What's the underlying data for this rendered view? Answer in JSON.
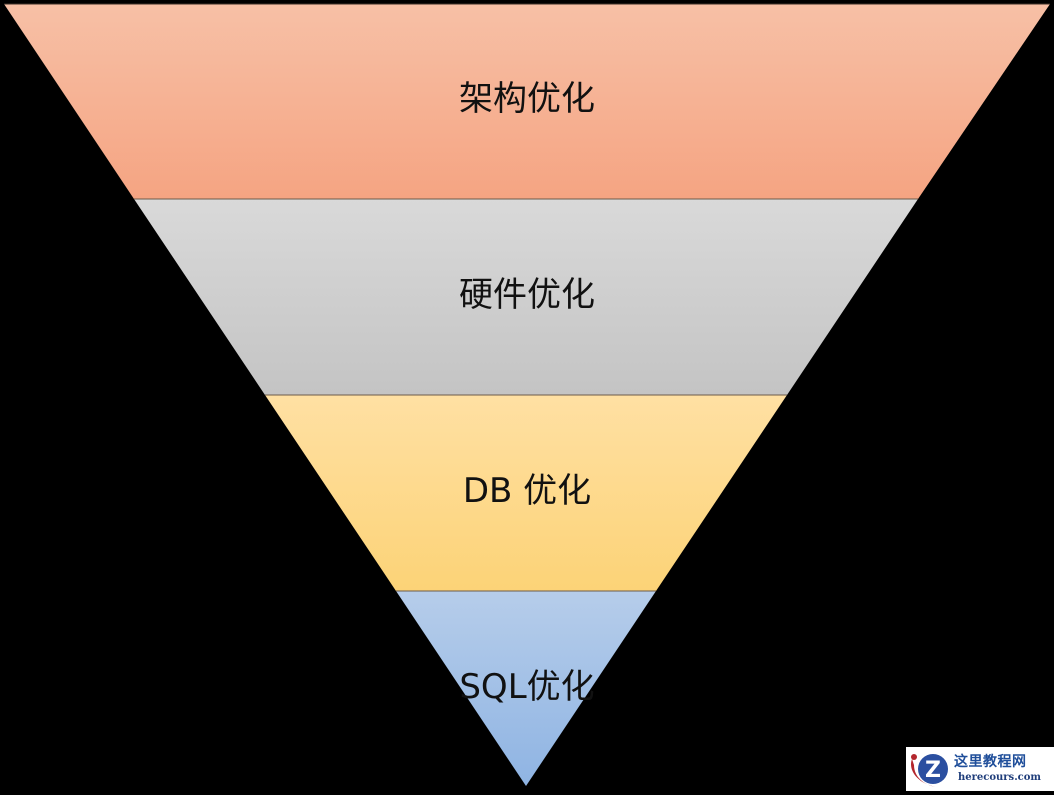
{
  "diagram": {
    "type": "inverted-pyramid",
    "title": "",
    "levels": [
      {
        "label": "架构优化",
        "color_top": "#f7c0a6",
        "color_bottom": "#f5a482"
      },
      {
        "label": "硬件优化",
        "color_top": "#d9d9d9",
        "color_bottom": "#c4c4c4"
      },
      {
        "label": "DB 优化",
        "color_top": "#ffe0a3",
        "color_bottom": "#fcd377"
      },
      {
        "label": "SQL优化",
        "color_top": "#b6cdea",
        "color_bottom": "#8fb4e3"
      }
    ],
    "background_color": "#000000",
    "divider_color": "#6b5a4a"
  },
  "watermark": {
    "site_name": "这里教程网",
    "domain": "herecours.com",
    "logo_letter": "Z",
    "logo_color": "#2b4fa0",
    "swoosh_color": "#b3262d"
  }
}
